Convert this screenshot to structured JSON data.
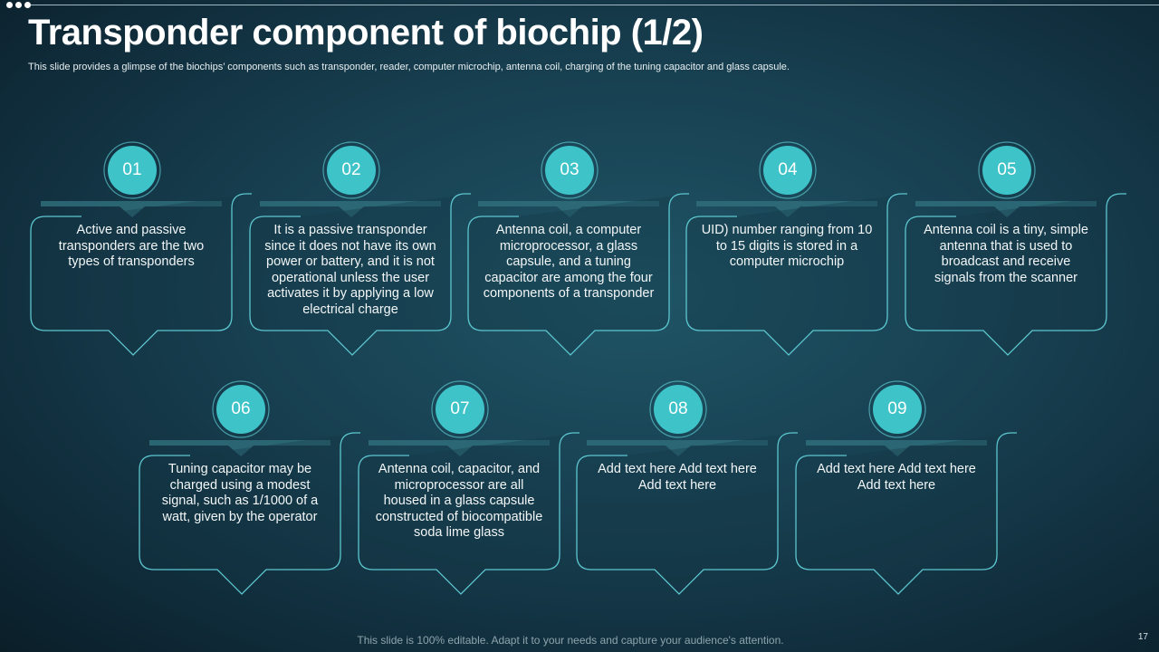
{
  "header": {
    "title": "Transponder component of biochip (1/2)",
    "subtitle": "This slide provides a glimpse of the biochips’ components such as transponder, reader, computer microchip, antenna coil, charging of the tuning capacitor and glass capsule."
  },
  "colors": {
    "accent": "#3ec3c9",
    "outline": "#5cc6cf"
  },
  "cards": [
    {
      "number": "01",
      "text": "Active and passive transponders are the two types of transponders"
    },
    {
      "number": "02",
      "text": "It is a passive transponder since it does not have its own power or battery, and it is not operational unless the user activates it by applying a low electrical charge"
    },
    {
      "number": "03",
      "text": "Antenna coil, a computer microprocessor, a glass capsule, and a tuning capacitor are among the four components of a transponder"
    },
    {
      "number": "04",
      "text": "UID) number ranging from 10 to 15 digits is stored in a computer microchip"
    },
    {
      "number": "05",
      "text": "Antenna coil is a tiny, simple antenna that is used to broadcast and receive signals from the scanner"
    },
    {
      "number": "06",
      "text": "Tuning capacitor may be charged using a modest signal, such as 1/1000 of a watt, given by the operator"
    },
    {
      "number": "07",
      "text": "Antenna coil, capacitor, and microprocessor are all housed in a glass capsule constructed of biocompatible soda lime glass"
    },
    {
      "number": "08",
      "text": "Add text here Add text here Add text here"
    },
    {
      "number": "09",
      "text": "Add text here Add text here Add text here"
    }
  ],
  "footer": {
    "note": "This slide is 100% editable. Adapt it to your needs and capture your audience's attention.",
    "page_number": "17"
  }
}
